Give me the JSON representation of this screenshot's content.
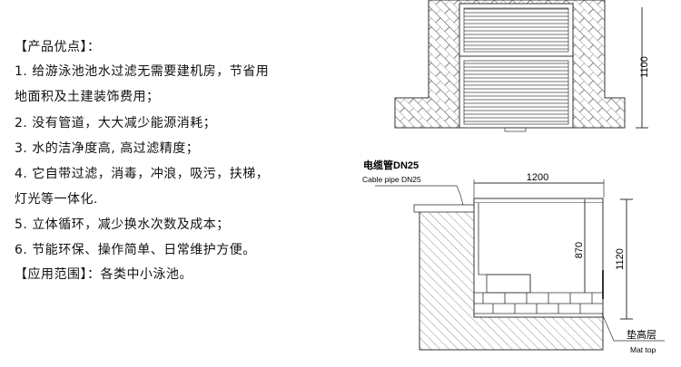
{
  "advantages": {
    "heading": "【产品优点】：",
    "lines": [
      "1. 给游泳池池水过滤无需要建机房，节省用",
      "地面积及土建装饰费用；",
      "2. 没有管道，大大减少能源消耗；",
      "3. 水的洁净度高, 高过滤精度；",
      "4. 它自带过滤，消毒，冲浪，吸污，扶梯，",
      "灯光等一体化.",
      "5. 立体循环，减少换水次数及成本；",
      "6. 节能环保、操作简单、日常维护方便。"
    ],
    "scope": "【应用范围】：各类中小泳池。"
  },
  "top_drawing": {
    "height_dim": "1100"
  },
  "bottom_drawing": {
    "cable_label_cn": "电缆管DN25",
    "cable_label_en": "Cable pipe DN25",
    "width_dim": "1200",
    "inner_dim": "870",
    "height_dim": "1120",
    "mat_label_cn": "垫高层",
    "mat_label_en": "Mat top"
  }
}
